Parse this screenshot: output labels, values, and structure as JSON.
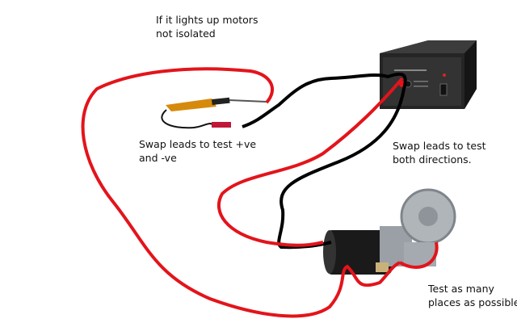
{
  "annotations": {
    "tester_note_line1": "If it lights up motors",
    "tester_note_line2": "not isolated",
    "probe_note_line1": "Swap leads to test +ve",
    "probe_note_line2": "and -ve",
    "supply_note_line1": "Swap leads to test",
    "supply_note_line2": "both directions.",
    "motor_note_line1": "Test as many",
    "motor_note_line2": "places as possible"
  },
  "colors": {
    "red_lead": "#e3141b",
    "black_lead": "#000000",
    "power_supply_body": "#1c1c1c"
  }
}
